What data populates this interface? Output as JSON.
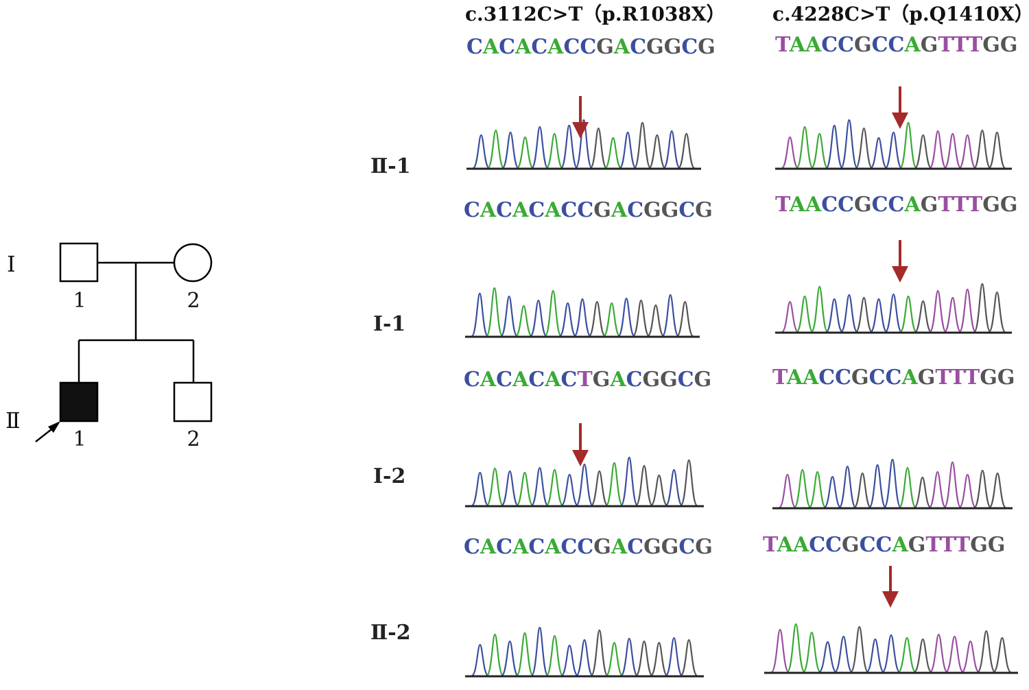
{
  "pedigree": {
    "generations": [
      "Ⅰ",
      "Ⅱ"
    ],
    "individuals": [
      {
        "gen": 1,
        "number": "1",
        "sex": "male",
        "affected": false,
        "proband": false
      },
      {
        "gen": 1,
        "number": "2",
        "sex": "female",
        "affected": false,
        "proband": false
      },
      {
        "gen": 2,
        "number": "1",
        "sex": "male",
        "affected": true,
        "proband": true
      },
      {
        "gen": 2,
        "number": "2",
        "sex": "male",
        "affected": false,
        "proband": false
      }
    ]
  },
  "mutations": [
    {
      "label": "c.3112C>T（p.R1038X）",
      "ref_seq": "CACACACCGACGGCG"
    },
    {
      "label": "c.4228C>T（p.Q1410X）",
      "ref_seq": "TAACCGCCAGTTTGG"
    }
  ],
  "samples": [
    {
      "id": "Ⅱ-1",
      "seq_col1": "CACACACCGACGGCG",
      "arrow_col1": true,
      "seq_col2": "TAACCGCCAGTTTGG",
      "arrow_col2": true
    },
    {
      "id": "Ⅰ-1",
      "seq_col1": "CACACACTGACGGCG",
      "arrow_col1": false,
      "seq_col2": "TAACCGCCAGTTTGG",
      "arrow_col2": true
    },
    {
      "id": "Ⅰ-2",
      "seq_col1": "CACACACCGACGGCG",
      "arrow_col1": true,
      "seq_col2": "TAACCGCCAGTTTGG",
      "arrow_col2": false
    },
    {
      "id": "Ⅱ-2",
      "seq_col1": "",
      "arrow_col1": false,
      "seq_col2": "",
      "arrow_col2": true
    }
  ],
  "base_colors": {
    "A": "#3aaa35",
    "C": "#3b4fa0",
    "G": "#555555",
    "T": "#9a4ea2"
  },
  "arrow_color": "#a52a2a"
}
